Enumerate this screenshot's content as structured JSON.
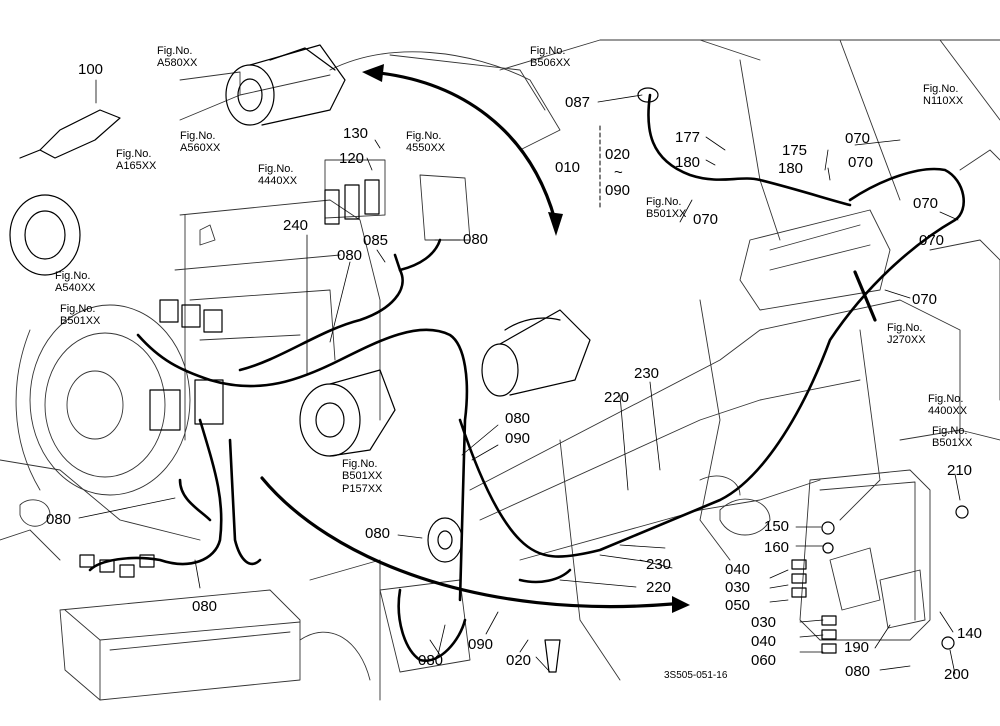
{
  "drawing_code": "3S505-051-16",
  "fig_refs": [
    {
      "id": "a580",
      "prefix": "Fig.No.",
      "code": "A580XX"
    },
    {
      "id": "a560",
      "prefix": "Fig.No.",
      "code": "A560XX"
    },
    {
      "id": "a165",
      "prefix": "Fig.No.",
      "code": "A165XX"
    },
    {
      "id": "b506",
      "prefix": "Fig.No.",
      "code": "B506XX"
    },
    {
      "id": "n110",
      "prefix": "Fig.No.",
      "code": "N110XX"
    },
    {
      "id": "4550",
      "prefix": "Fig.No.",
      "code": "4550XX"
    },
    {
      "id": "4440",
      "prefix": "Fig.No.",
      "code": "4440XX"
    },
    {
      "id": "b501-top",
      "prefix": "Fig.No.",
      "code": "B501XX"
    },
    {
      "id": "a540",
      "prefix": "Fig.No.",
      "code": "A540XX"
    },
    {
      "id": "b501-left",
      "prefix": "Fig.No.",
      "code": "B501XX"
    },
    {
      "id": "j270",
      "prefix": "Fig.No.",
      "code": "J270XX"
    },
    {
      "id": "4400",
      "prefix": "Fig.No.",
      "code": "4400XX"
    },
    {
      "id": "b501-right",
      "prefix": "Fig.No.",
      "code": "B501XX"
    },
    {
      "id": "b501-p157",
      "prefix": "Fig.No.",
      "code": "B501XX",
      "code2": "P157XX"
    }
  ],
  "range_label": {
    "code": "010",
    "from": "020",
    "tilde": "~",
    "to": "090"
  },
  "part_labels": [
    "100",
    "130",
    "120",
    "087",
    "177",
    "180",
    "175",
    "070",
    "180",
    "070",
    "070",
    "070",
    "070",
    "070",
    "080",
    "240",
    "080",
    "085",
    "080",
    "080",
    "080",
    "090",
    "230",
    "220",
    "210",
    "150",
    "160",
    "040",
    "030",
    "050",
    "030",
    "040",
    "060",
    "190",
    "140",
    "080",
    "200",
    "230",
    "220",
    "080",
    "090",
    "020",
    "080"
  ]
}
